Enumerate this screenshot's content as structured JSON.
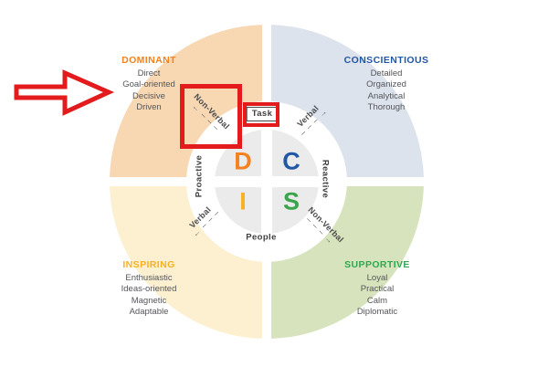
{
  "diagram": {
    "hub_labels": {
      "top": "Task",
      "bottom": "People",
      "left": "Proactive",
      "right": "Reactive"
    },
    "inner_letters": [
      {
        "char": "D",
        "color": "#f5821f"
      },
      {
        "char": "C",
        "color": "#2057a7"
      },
      {
        "char": "I",
        "color": "#f9b021"
      },
      {
        "char": "S",
        "color": "#39a44a"
      }
    ],
    "channel_labels": [
      {
        "position": "top-left",
        "label": "Non-Verbal",
        "line": "← – – –"
      },
      {
        "position": "top-right",
        "label": "Verbal",
        "line": "– – – →"
      },
      {
        "position": "bottom-left",
        "label": "Verbal",
        "line": "← – – –"
      },
      {
        "position": "bottom-right",
        "label": "Non-Verbal",
        "line": "– – – →"
      }
    ],
    "quadrants": [
      {
        "title": "DOMINANT",
        "title_color": "#f5821f",
        "fill": "#f8d7b3",
        "traits": [
          "Direct",
          "Goal-oriented",
          "Decisive",
          "Driven"
        ]
      },
      {
        "title": "CONSCIENTIOUS",
        "title_color": "#2057a7",
        "fill": "#dde3ed",
        "traits": [
          "Detailed",
          "Organized",
          "Analytical",
          "Thorough"
        ]
      },
      {
        "title": "INSPIRING",
        "title_color": "#f9b021",
        "fill": "#fcf0d0",
        "traits": [
          "Enthusiastic",
          "Ideas-oriented",
          "Magnetic",
          "Adaptable"
        ]
      },
      {
        "title": "SUPPORTIVE",
        "title_color": "#2fa84f",
        "fill": "#d7e3bd",
        "traits": [
          "Loyal",
          "Practical",
          "Calm",
          "Diplomatic"
        ]
      }
    ],
    "inner_circle_color": "#ebebeb"
  },
  "annotations": {
    "color": "#e31b1c"
  }
}
